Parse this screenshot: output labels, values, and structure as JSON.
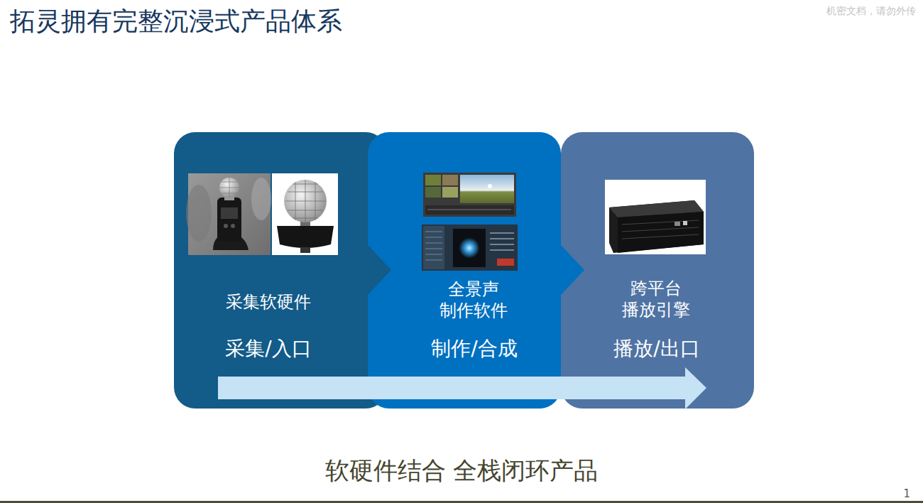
{
  "diagram": {
    "title": "拓灵拥有完整沉浸式产品体系",
    "caption": "软硬件结合 全栈闭环产品",
    "nodes": [
      {
        "text": [
          "采集软硬件",
          "采集/入口"
        ]
      },
      {
        "text": [
          "全景声 制作软件",
          "制作/合成"
        ]
      },
      {
        "text": [
          "跨平台 播放引擎",
          "播放/出口"
        ]
      }
    ],
    "labels": [
      "机密文档，请勿外传",
      "1"
    ]
  }
}
